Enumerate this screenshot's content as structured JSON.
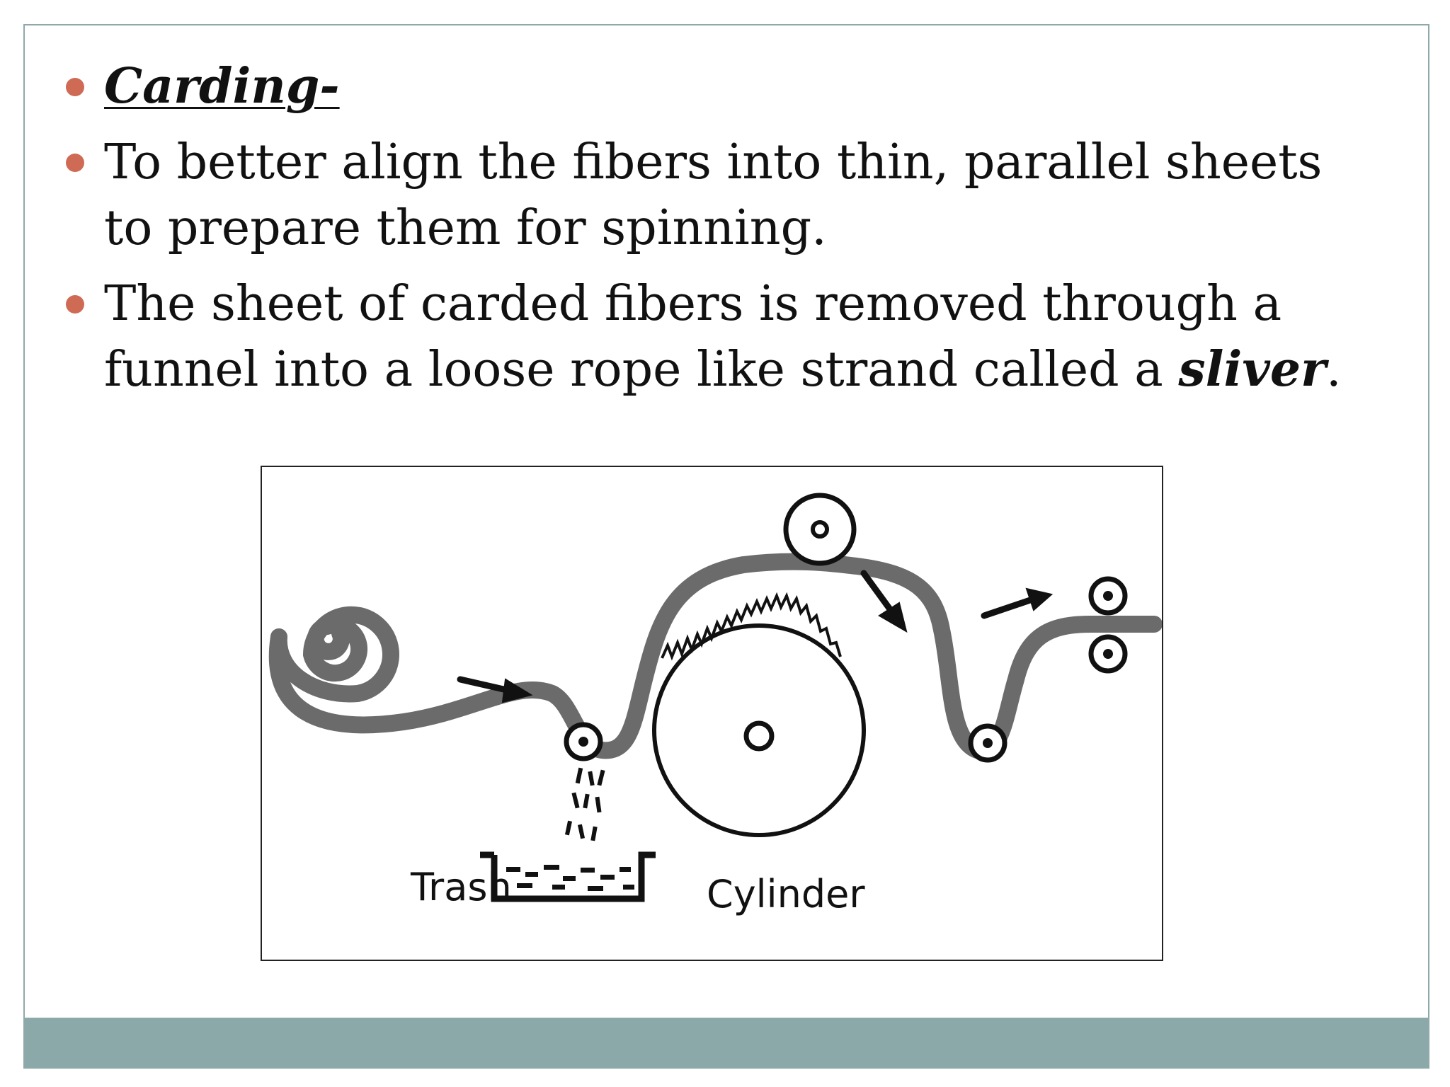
{
  "slide": {
    "bullets": [
      {
        "text": "Carding-"
      },
      {
        "text": "To better align the fibers into thin, parallel sheets to prepare them for spinning."
      },
      {
        "text_before": "The sheet of carded fibers is removed through a funnel into a loose rope like strand called a ",
        "emphasis": "sliver",
        "text_after": "."
      }
    ],
    "diagram": {
      "labels": {
        "trash": "Trash",
        "cylinder": "Cylinder"
      }
    },
    "colors": {
      "bullet": "#cf6a54",
      "footer_bar": "#8ca9aa",
      "fiber": "#6b6b6b"
    }
  }
}
